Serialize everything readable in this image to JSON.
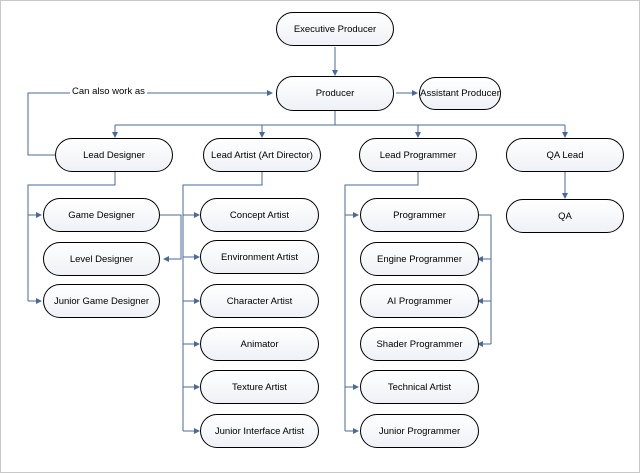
{
  "nodes": {
    "executive_producer": "Executive Producer",
    "producer": "Producer",
    "assistant_producer": "Assistant Producer",
    "lead_designer": "Lead Designer",
    "lead_artist": "Lead Artist (Art Director)",
    "lead_programmer": "Lead Programmer",
    "qa_lead": "QA Lead",
    "game_designer": "Game Designer",
    "level_designer": "Level Designer",
    "junior_game_designer": "Junior Game Designer",
    "concept_artist": "Concept Artist",
    "environment_artist": "Environment Artist",
    "character_artist": "Character Artist",
    "animator": "Animator",
    "texture_artist": "Texture Artist",
    "junior_interface_artist": "Junior Interface Artist",
    "programmer": "Programmer",
    "engine_programmer": "Engine Programmer",
    "ai_programmer": "AI Programmer",
    "shader_programmer": "Shader Programmer",
    "technical_artist": "Technical Artist",
    "junior_programmer": "Junior Programmer",
    "qa": "QA"
  },
  "annotations": {
    "can_also_work_as": "Can also work as"
  },
  "colors": {
    "connector": "#4a6a9a",
    "node_border": "#000000"
  }
}
